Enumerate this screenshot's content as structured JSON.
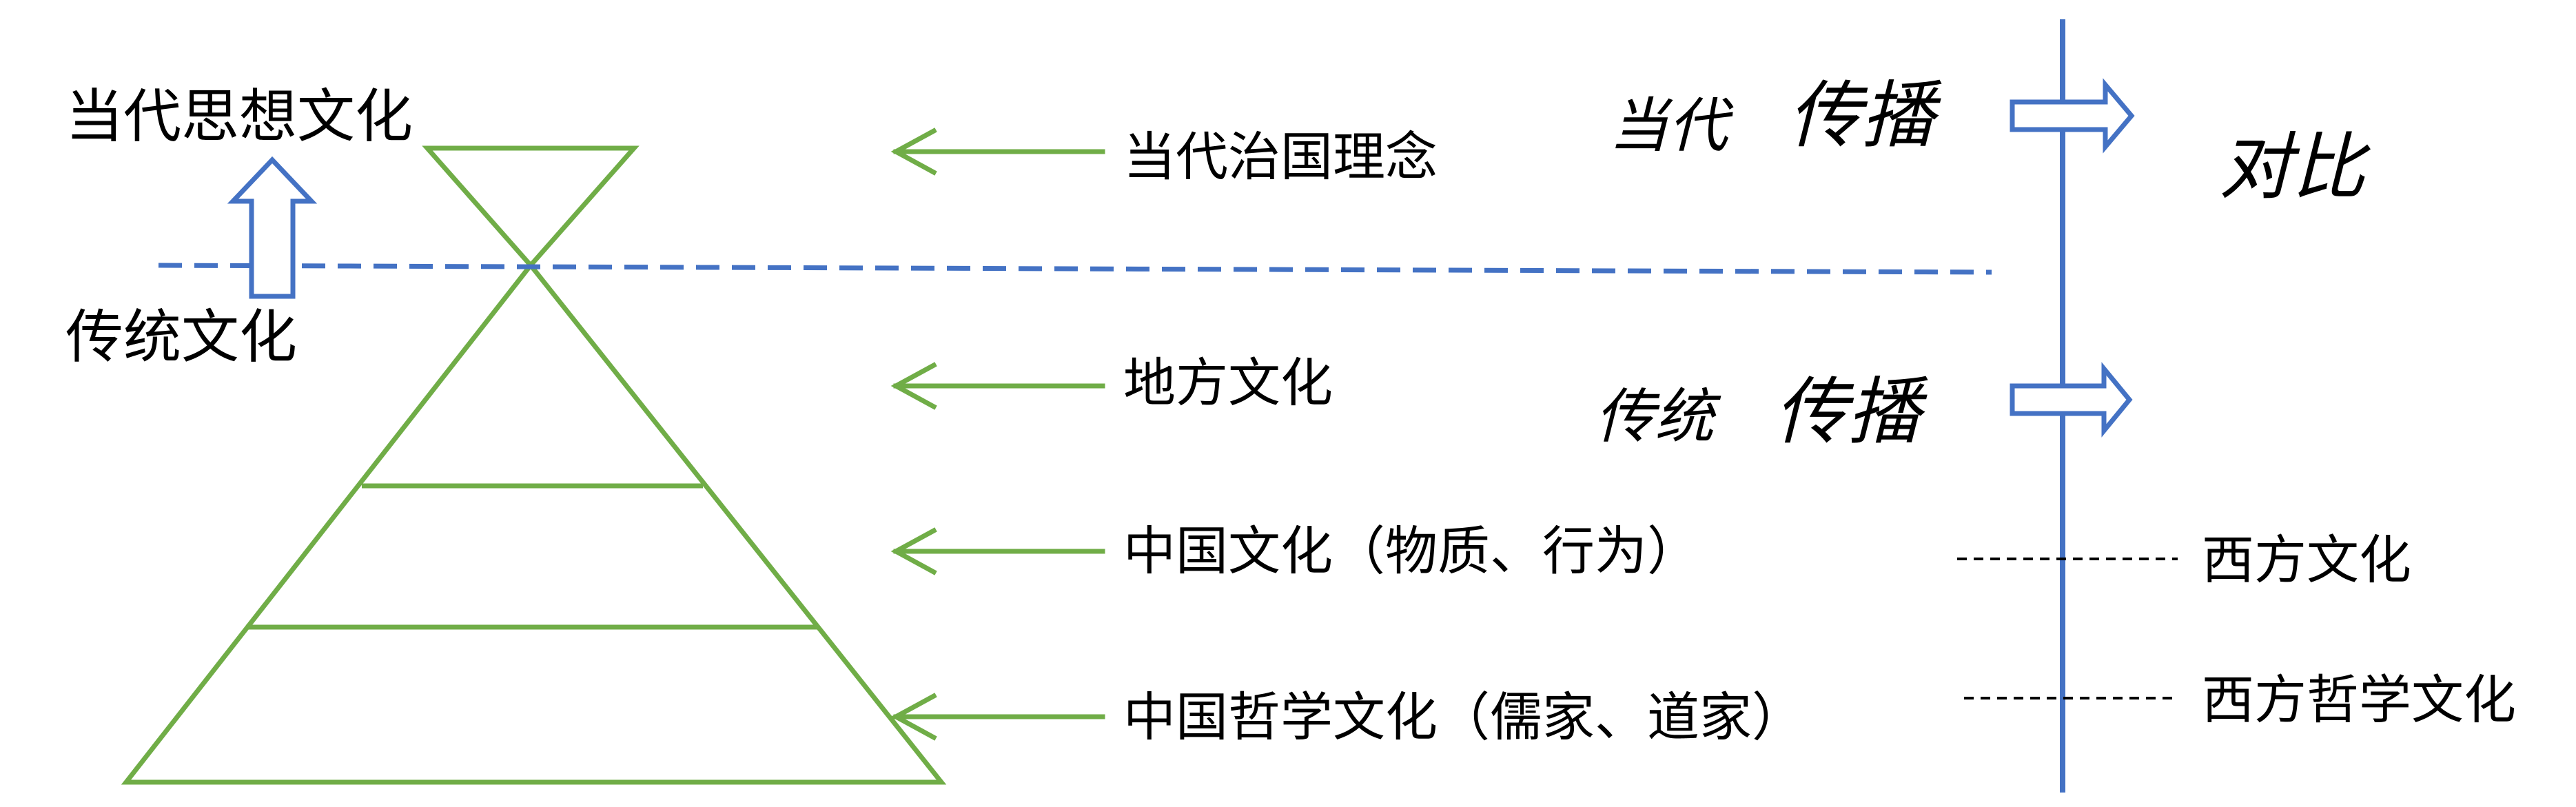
{
  "labels": {
    "contemporary_thought": "当代思想文化",
    "traditional_culture": "传统文化",
    "contemporary_governance": "当代治国理念",
    "local_culture": "地方文化",
    "chinese_culture": "中国文化（物质、行为）",
    "chinese_philosophy": "中国哲学文化（儒家、道家）",
    "contemporary": "当代",
    "spread_top": "传播",
    "traditional": "传统",
    "spread_bottom": "传播",
    "compare": "对比",
    "western_culture": "西方文化",
    "western_philosophy": "西方哲学文化"
  },
  "colors": {
    "pyramid": "#70ad47",
    "arrow_green": "#70ad47",
    "blue": "#4472c4",
    "text": "#000000"
  }
}
